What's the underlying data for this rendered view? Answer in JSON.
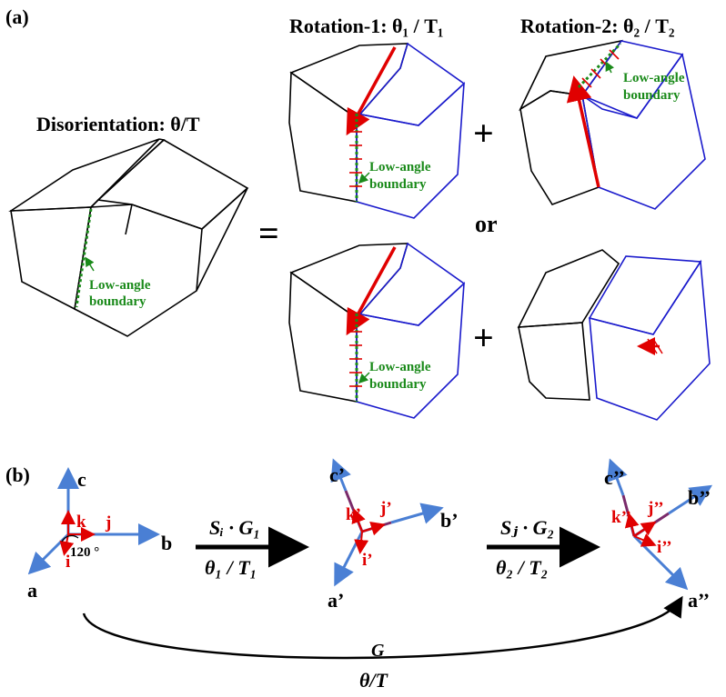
{
  "panel_a": {
    "label": "(a)",
    "disorientation_title": "Disorientation: θ/T",
    "rotation1_title": "Rotation-1: θ₁ / T₁",
    "rotation2_title": "Rotation-2: θ₂ / T₂",
    "equals": "=",
    "plus": "+",
    "or": "or",
    "lab_line1": "Low-angle",
    "lab_line2": "boundary"
  },
  "panel_b": {
    "label": "(b)",
    "frame0": {
      "a": "a",
      "b": "b",
      "c": "c",
      "i": "i",
      "j": "j",
      "k": "k",
      "angle": "120 °"
    },
    "frame1": {
      "a": "a’",
      "b": "b’",
      "c": "c’",
      "i": "i’",
      "j": "j’",
      "k": "k’"
    },
    "frame2": {
      "a": "a’’",
      "b": "b’’",
      "c": "c’’",
      "i": "i’’",
      "j": "j’’",
      "k": "k’’"
    },
    "arrow1_top": "Sᵢ · G₁",
    "arrow1_bottom": "θ₁ / T₁",
    "arrow2_top": "Sⱼ · G₂",
    "arrow2_bottom": "θ₂ / T₂",
    "curve_top": "G",
    "curve_bottom": "θ/T"
  },
  "colors": {
    "black_edges": "#000000",
    "blue_edges": "#1a1acc",
    "red": "#e00000",
    "green": "#1a8a1a",
    "axis_blue": "#4a7fd4",
    "purple": "#7a2a6a"
  }
}
